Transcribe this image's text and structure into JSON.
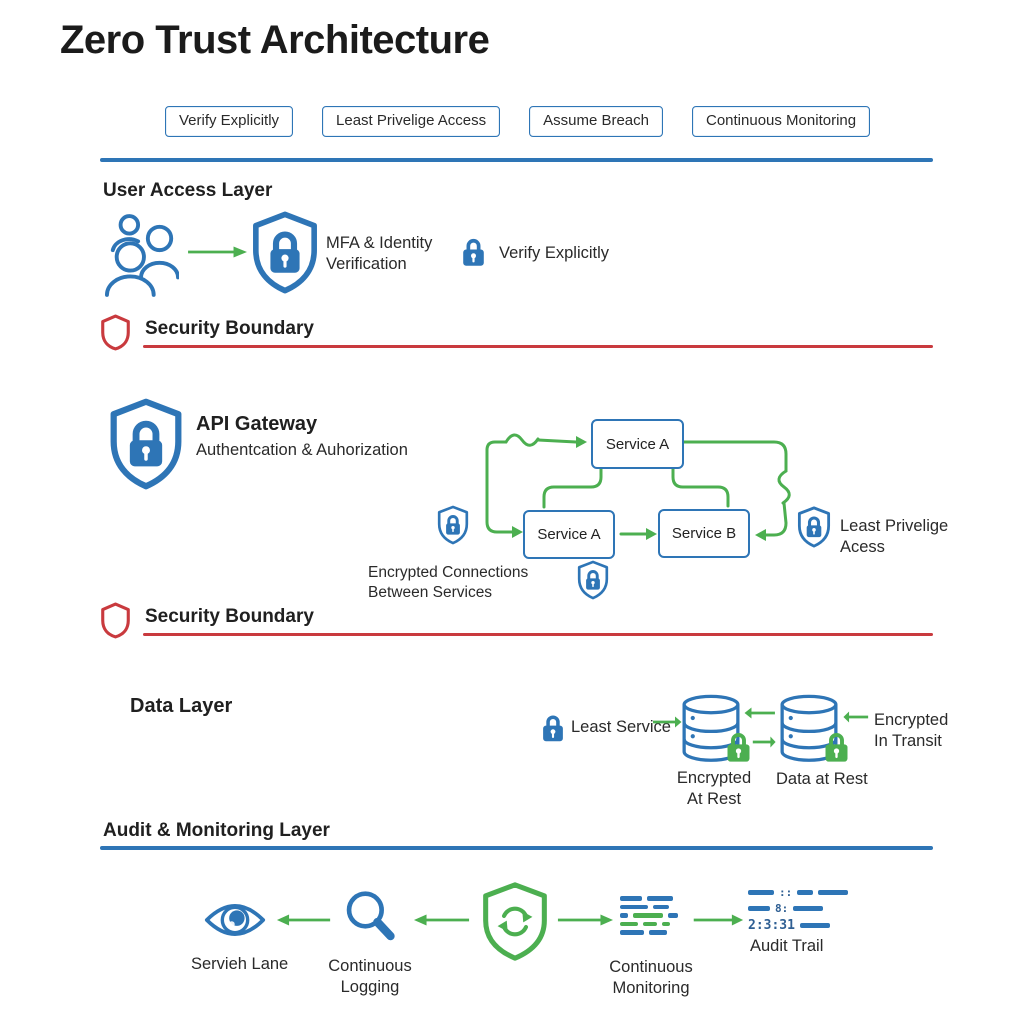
{
  "title": "Zero Trust Architecture",
  "principles": [
    "Verify Explicitly",
    "Least Privelige Access",
    "Assume Breach",
    "Continuous Monitoring"
  ],
  "user_access": {
    "heading": "User Access Layer",
    "mfa_line1": "MFA & Identity",
    "mfa_line2": "Verification",
    "verify_label": "Verify Explicitly"
  },
  "boundary1": {
    "label": "Security Boundary"
  },
  "api_gateway": {
    "title": "API Gateway",
    "subtitle": "Authentcation & Auhorization"
  },
  "services": {
    "top_box": "Service A",
    "left_box": "Service A",
    "right_box": "Service B",
    "encrypted_line1": "Encrypted Connections",
    "encrypted_line2": "Between Services",
    "least_priv_line1": "Least Privelige",
    "least_priv_line2": "Acess"
  },
  "boundary2": {
    "label": "Security Boundary"
  },
  "data_layer": {
    "heading": "Data Layer",
    "least_service": "Least Service",
    "encrypted_at_rest_line1": "Encrypted",
    "encrypted_at_rest_line2": "At Rest",
    "data_at_rest": "Data at Rest",
    "in_transit_line1": "Encrypted",
    "in_transit_line2": "In Transit"
  },
  "audit": {
    "heading": "Audit & Monitoring Layer",
    "eye_label": "Servieh Lane",
    "logging_line1": "Continuous",
    "logging_line2": "Logging",
    "monitoring_line1": "Continuous",
    "monitoring_line2": "Monitoring",
    "audit_trail_label": "Audit Trail",
    "audit_glyph1": "::",
    "audit_glyph2": "8:",
    "audit_glyph3": "2:3:31"
  },
  "colors": {
    "blue": "#2e75b6",
    "green": "#4caf50",
    "red": "#c93a3e"
  }
}
